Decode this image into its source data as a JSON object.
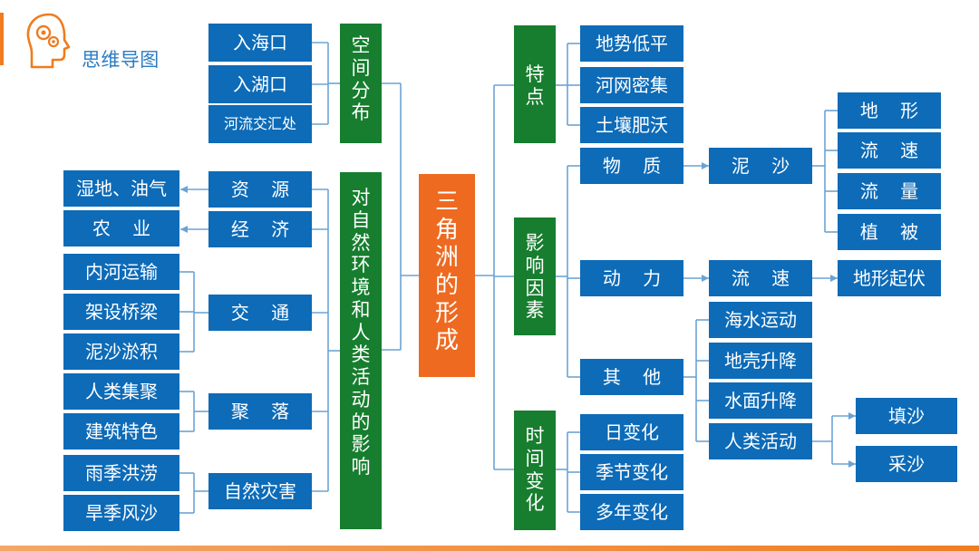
{
  "logo": {
    "title": "思维导图",
    "icon": "head-gears-icon",
    "accent_color": "#f07c1e"
  },
  "colors": {
    "blue": "#0d6bb8",
    "green": "#167e2e",
    "orange": "#ee6a20",
    "line": "#6ca3d3"
  },
  "center": {
    "label": "三角洲的形成"
  },
  "left": {
    "spatial": {
      "label": "空间分布",
      "items": [
        "入海口",
        "入湖口",
        "河流交汇处"
      ]
    },
    "impact": {
      "label": "对自然环境和人类活动的影响",
      "groups": [
        {
          "label": "资 源",
          "items": [
            "湿地、油气"
          ]
        },
        {
          "label": "经 济",
          "items": [
            "农 业"
          ]
        },
        {
          "label": "交 通",
          "items": [
            "内河运输",
            "架设桥梁",
            "泥沙淤积"
          ]
        },
        {
          "label": "聚 落",
          "items": [
            "人类集聚",
            "建筑特色"
          ]
        },
        {
          "label": "自然灾害",
          "items": [
            "雨季洪涝",
            "旱季风沙"
          ]
        }
      ]
    }
  },
  "right": {
    "features": {
      "label": "特点",
      "items": [
        "地势低平",
        "河网密集",
        "土壤肥沃"
      ]
    },
    "factors": {
      "label": "影响因素",
      "material": {
        "label": "物 质",
        "sub": "泥 沙",
        "leaves": [
          "地 形",
          "流 速",
          "流 量",
          "植 被"
        ]
      },
      "power": {
        "label": "动 力",
        "sub": "流 速",
        "leaf": "地形起伏"
      },
      "other": {
        "label": "其 他",
        "subs": [
          "海水运动",
          "地壳升降",
          "水面升降",
          "人类活动"
        ],
        "human_leaves": [
          "填沙",
          "采沙"
        ]
      }
    },
    "time": {
      "label": "时间变化",
      "items": [
        "日变化",
        "季节变化",
        "多年变化"
      ]
    }
  }
}
